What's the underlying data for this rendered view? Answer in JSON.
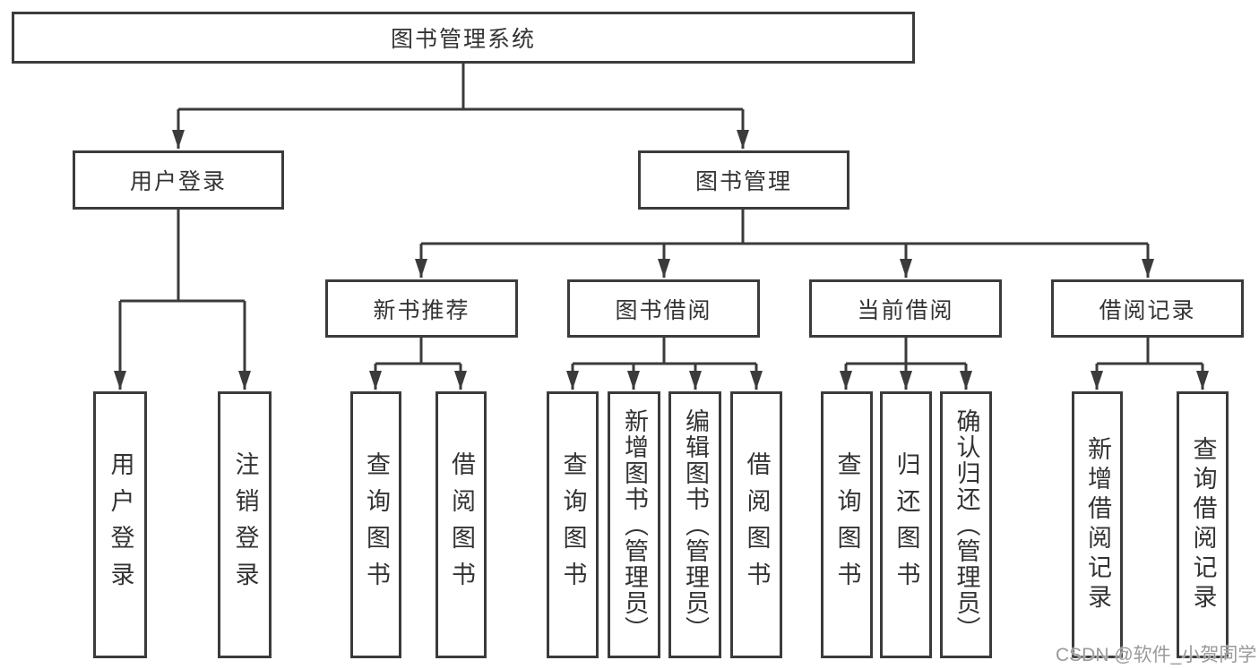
{
  "diagram_title": "图书管理系统",
  "tree": {
    "label": "图书管理系统",
    "children": [
      {
        "label": "用户登录",
        "children": [
          {
            "label": "用户登录"
          },
          {
            "label": "注销登录"
          }
        ]
      },
      {
        "label": "图书管理",
        "children": [
          {
            "label": "新书推荐",
            "children": [
              {
                "label": "查询图书"
              },
              {
                "label": "借阅图书"
              }
            ]
          },
          {
            "label": "图书借阅",
            "children": [
              {
                "label": "查询图书"
              },
              {
                "label": "新增图书（管理员）"
              },
              {
                "label": "编辑图书（管理员）"
              },
              {
                "label": "借阅图书"
              }
            ]
          },
          {
            "label": "当前借阅",
            "children": [
              {
                "label": "查询图书"
              },
              {
                "label": "归还图书"
              },
              {
                "label": "确认归还（管理员）"
              }
            ]
          },
          {
            "label": "借阅记录",
            "children": [
              {
                "label": "新增借阅记录"
              },
              {
                "label": "查询借阅记录"
              }
            ]
          }
        ]
      }
    ]
  },
  "watermark": {
    "text": "CSDN @软件_小贺同学"
  },
  "colors": {
    "line": "#3b3b3b",
    "text": "#333333",
    "watermark": "#9a9a9a",
    "background": "#ffffff"
  }
}
